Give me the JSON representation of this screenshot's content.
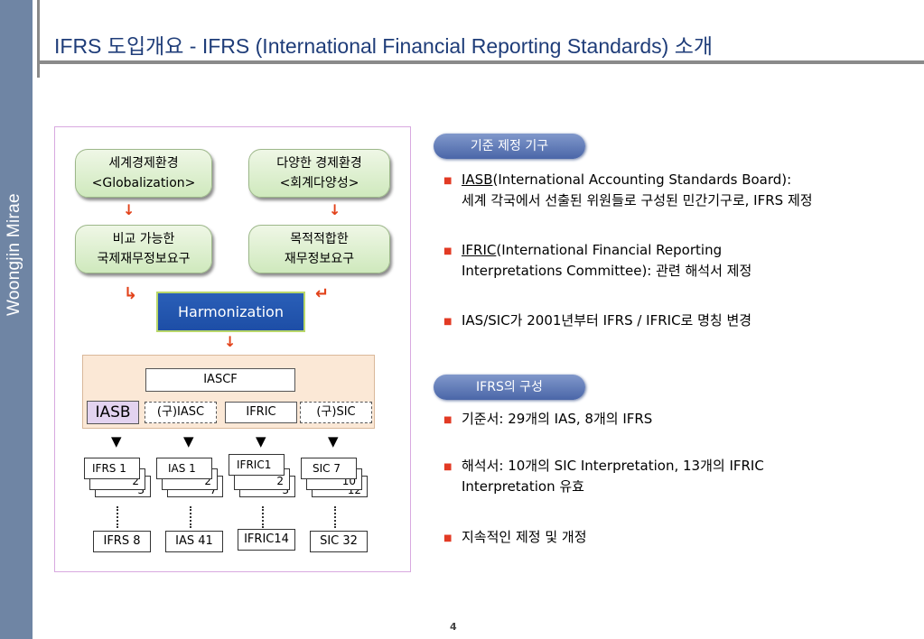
{
  "sidebar": {
    "brand": "Woongjin Mirae"
  },
  "header": {
    "title": "IFRS 도입개요 - IFRS (International Financial Reporting Standards) 소개"
  },
  "diagram": {
    "env1": {
      "line1": "세계경제환경",
      "line2": "<Globalization>"
    },
    "env2": {
      "line1": "다양한 경제환경",
      "line2": "<회계다양성>"
    },
    "need1": {
      "line1": "비교 가능한",
      "line2": "국제재무정보요구"
    },
    "need2": {
      "line1": "목적적합한",
      "line2": "재무정보요구"
    },
    "harmonization": "Harmonization",
    "iascf": "IASCF",
    "iasb": "IASB",
    "old_iasc": "(구)IASC",
    "ifric": "IFRIC",
    "old_sic": "(구)SIC",
    "stacks": [
      {
        "first": "IFRS 1",
        "second": "2",
        "third": "3",
        "last": "IFRS 8"
      },
      {
        "first": "IAS 1",
        "second": "2",
        "third": "7",
        "last": "IAS 41"
      },
      {
        "first": "IFRIC1",
        "second": "2",
        "third": "3",
        "last": "IFRIC14"
      },
      {
        "first": "SIC 7",
        "second": "10",
        "third": "12",
        "last": "SIC 32"
      }
    ]
  },
  "section1": {
    "title": "기준 제정 기구",
    "items": [
      {
        "term": "IASB",
        "line1": "(International Accounting Standards Board):",
        "line2": "세계 각국에서 선출된 위원들로 구성된 민간기구로, IFRS 제정"
      },
      {
        "term": "IFRIC",
        "line1": "(International Financial Reporting",
        "line2": "Interpretations Committee): 관련 해석서 제정"
      },
      {
        "line1": "IAS/SIC가 2001년부터 IFRS / IFRIC로 명칭 변경"
      }
    ]
  },
  "section2": {
    "title": "IFRS의 구성",
    "items": [
      {
        "line1": "기준서: 29개의 IAS, 8개의 IFRS"
      },
      {
        "line1": "해석서: 10개의 SIC Interpretation, 13개의 IFRIC",
        "line2": "Interpretation 유효"
      },
      {
        "line1": "지속적인 제정 및 개정"
      }
    ]
  },
  "page_number": "4",
  "colors": {
    "sidebar": "#6f85a4",
    "title": "#1f3d79",
    "arrow": "#e2421a",
    "harmonization": "#1d4ea6",
    "section_header": "#4a66a8",
    "bullet": "#e23a24"
  }
}
